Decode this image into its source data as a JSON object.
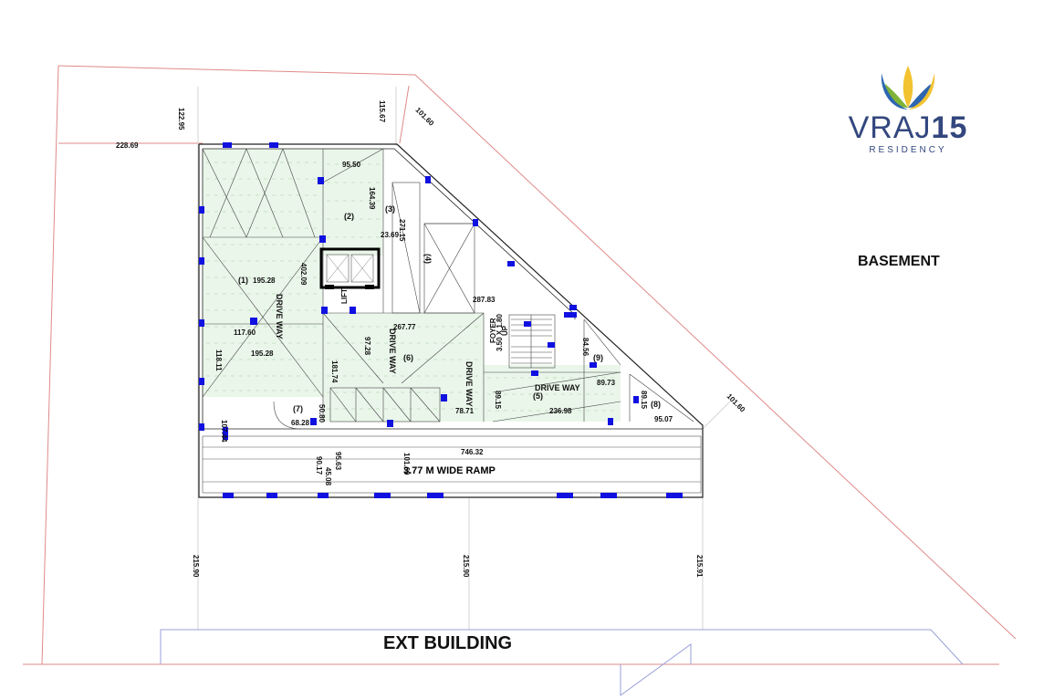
{
  "brand": {
    "name_part1": "VRAJ",
    "name_part2": "15",
    "subtitle": "RESIDENCY",
    "colors": {
      "navy": "#33477e",
      "yellow": "#f2c230",
      "green": "#7fb336",
      "blue": "#2d66b0"
    }
  },
  "floor_label": "BASEMENT",
  "ext_building_label": "EXT BUILDING",
  "ramp_label": "3.77 M WIDE RAMP",
  "drive_way": {
    "horizontal": "DRIVE WAY",
    "vertical_1": "DRIVE WAY",
    "vertical_2": "DRIVE WAY",
    "vertical_3": "DRIVE WAY"
  },
  "slots": [
    "(1)",
    "(2)",
    "(3)",
    "(4)",
    "(5)",
    "(6)",
    "(7)",
    "(8)",
    "(9)"
  ],
  "dimensions": {
    "d12295": "122.95",
    "d11567": "115.67",
    "d10160a": "101.60",
    "d22869": "228.69",
    "d9550": "95.50",
    "d16439": "164.39",
    "d27115": "271.15",
    "d2369": "23.69",
    "d40209": "402.09",
    "d19528a": "195.28",
    "d28783": "287.83",
    "d26777": "267.77",
    "d11760": "117.60",
    "d9728": "97.28",
    "d19528b": "195.28",
    "d11811": "118.11",
    "d18174": "181.74",
    "d8456": "84.56",
    "d8973": "89.73",
    "d8915a": "89.15",
    "d8915b": "89.15",
    "d23698": "236.98",
    "d7871": "78.71",
    "d9507": "95.07",
    "d10160b": "101.60",
    "d5080": "50.80",
    "d6828": "68.28",
    "d10744": "107.44",
    "d74632": "746.32",
    "d9563": "95.63",
    "d10160c": "101.60",
    "d4508": "45.08",
    "d9017": "90.17",
    "d21590a": "215.90",
    "d21590b": "215.90",
    "d21591": "215.91"
  },
  "lift": {
    "tag": "LIFT"
  },
  "stair": {
    "up": "UP",
    "foyer": "FOYER",
    "size": "3.50 X 1.80"
  }
}
